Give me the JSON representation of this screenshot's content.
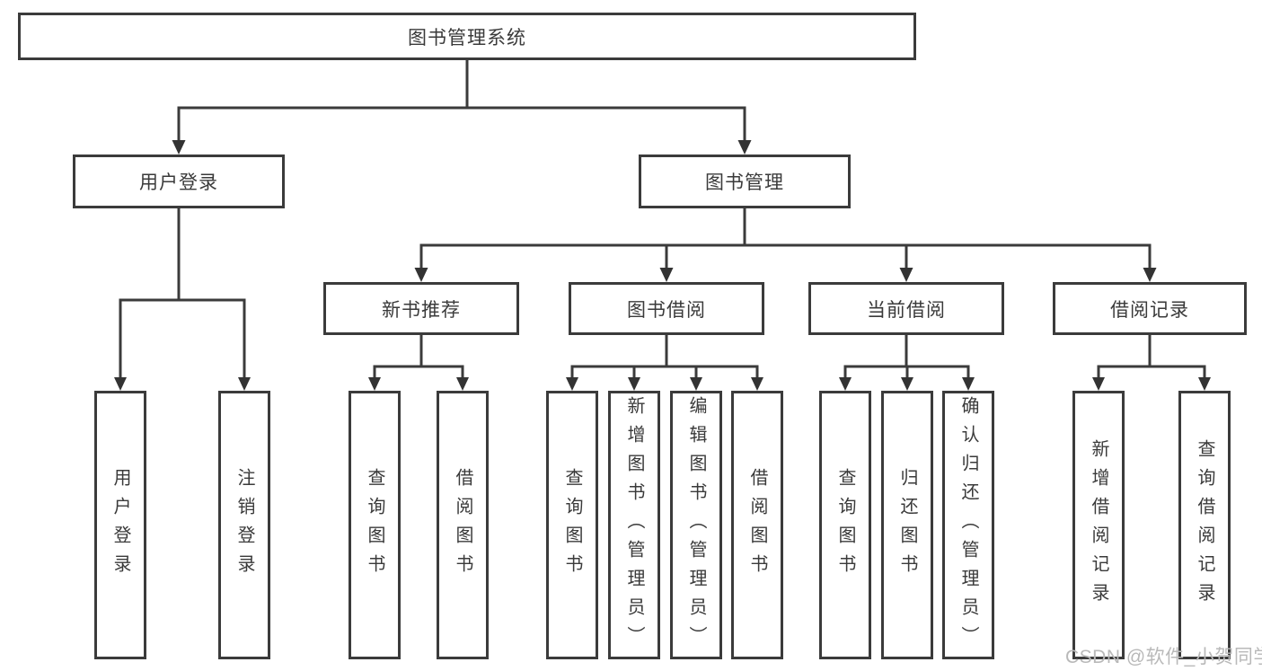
{
  "diagram_title": "图书管理系统",
  "hierarchy": {
    "label": "图书管理系统",
    "children": [
      {
        "label": "用户登录",
        "children": [
          {
            "label": "用户登录"
          },
          {
            "label": "注销登录"
          }
        ]
      },
      {
        "label": "图书管理",
        "children": [
          {
            "label": "新书推荐",
            "children": [
              {
                "label": "查询图书"
              },
              {
                "label": "借阅图书"
              }
            ]
          },
          {
            "label": "图书借阅",
            "children": [
              {
                "label": "查询图书"
              },
              {
                "label": "新增图书（管理员）"
              },
              {
                "label": "编辑图书（管理员）"
              },
              {
                "label": "借阅图书"
              }
            ]
          },
          {
            "label": "当前借阅",
            "children": [
              {
                "label": "查询图书"
              },
              {
                "label": "归还图书"
              },
              {
                "label": "确认归还（管理员）"
              }
            ]
          },
          {
            "label": "借阅记录",
            "children": [
              {
                "label": "新增借阅记录"
              },
              {
                "label": "查询借阅记录"
              }
            ]
          }
        ]
      }
    ]
  },
  "watermark": {
    "text": "CSDN @软件_小贺同学"
  },
  "colors": {
    "line": "#3b3b3b",
    "box_border": "#3b3b3b",
    "box_fill": "#ffffff",
    "text": "#3a3a3a",
    "watermark": "#b9b9b9",
    "background": "#ffffff"
  }
}
